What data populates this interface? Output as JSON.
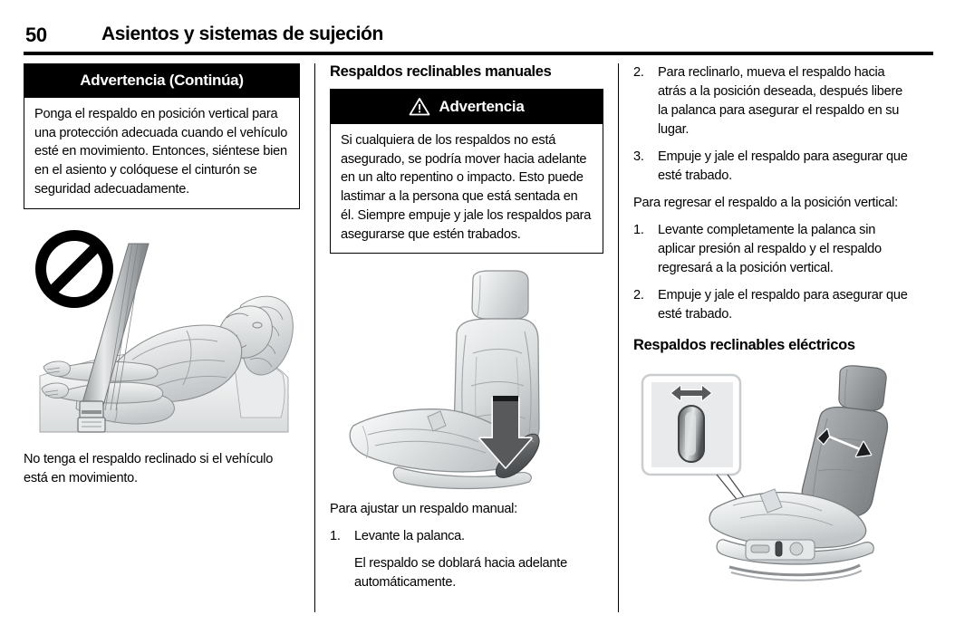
{
  "header": {
    "page_number": "50",
    "title": "Asientos y sistemas de sujeción"
  },
  "column_1": {
    "warning": {
      "header": "Advertencia (Continúa)",
      "body": "Ponga el respaldo en posición vertical para una protección adecuada cuando el vehículo esté en movimiento. Entonces, siéntese bien en el asiento y colóquese el cinturón se seguridad adecuadamente."
    },
    "figure_alt": "Persona recostada con el respaldo reclinado y el cinturón de seguridad mal colocado, con símbolo de prohibido",
    "prohibited_icon": "prohibited-icon",
    "caption": "No tenga el respaldo reclinado si el vehículo está en movimiento."
  },
  "column_2": {
    "heading": "Respaldos reclinables manuales",
    "warning": {
      "icon": "warning-triangle-icon",
      "header": "Advertencia",
      "body": "Si cualquiera de los respaldos no está asegurado, se podría mover hacia adelante en un alto repentino o impacto. Esto puede lastimar a la persona que está sentada en él. Siempre empuje y jale los respaldos para asegurarse que estén trabados."
    },
    "figure_alt": "Asiento delantero con flecha hacia abajo señalando la palanca de reclinación manual",
    "intro": "Para ajustar un respaldo manual:",
    "steps": [
      {
        "number": "1.",
        "text": "Levante la palanca."
      }
    ],
    "step_note": "El respaldo se doblará hacia adelante automáticamente."
  },
  "column_3": {
    "steps_top": [
      {
        "number": "2.",
        "text": "Para reclinarlo, mueva el respaldo hacia atrás a la posición deseada, después libere la palanca para asegurar el respaldo en su lugar."
      },
      {
        "number": "3.",
        "text": "Empuje y jale el respaldo para asegurar que esté trabado."
      }
    ],
    "intro": "Para regresar el respaldo a la posición vertical:",
    "steps_bottom": [
      {
        "number": "1.",
        "text": "Levante completamente la palanca sin aplicar presión al respaldo y el respaldo regresará a la posición vertical."
      },
      {
        "number": "2.",
        "text": "Empuje y jale el respaldo para asegurar que esté trabado."
      }
    ],
    "heading": "Respaldos reclinables eléctricos",
    "figure_alt": "Asiento eléctrico con recuadro ampliado del control de reclinación y flechas de doble sentido"
  },
  "colors": {
    "ink": "#000000",
    "paper": "#ffffff",
    "warning_header_bg": "#000000",
    "warning_header_text": "#ffffff",
    "illustration_light": "#e3e5e6",
    "illustration_mid": "#b9bdbf",
    "illustration_dark": "#7e8284",
    "arrow_fill": "#58595b"
  }
}
